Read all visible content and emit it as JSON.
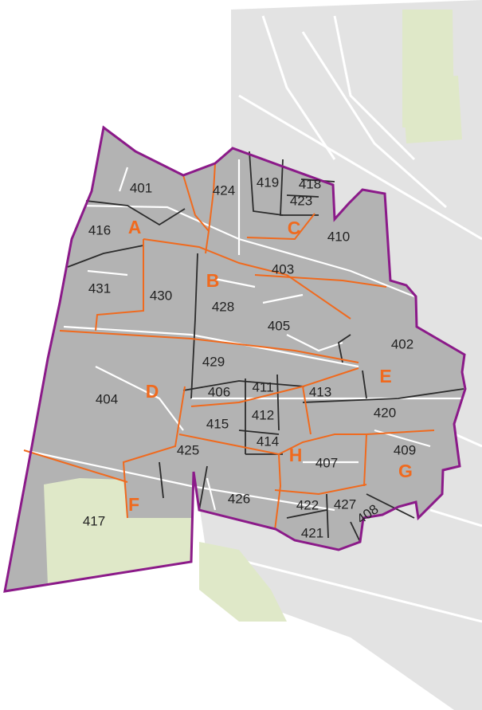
{
  "colors": {
    "background": "#ffffff",
    "surrounding_area": "#e3e3e3",
    "streets": "#ffffff",
    "district_fill": "#b3b3b3",
    "green_space": "#dfe8c8",
    "outer_boundary": "#8b1a89",
    "zone_boundary": "#f06a1e",
    "block_boundary": "#2b2b2b",
    "zone_label": "#f06a1e",
    "block_label": "#222222"
  },
  "zones": [
    "A",
    "B",
    "C",
    "D",
    "E",
    "F",
    "G",
    "H"
  ],
  "blocks": [
    "401",
    "424",
    "419",
    "418",
    "423",
    "416",
    "410",
    "403",
    "431",
    "430",
    "428",
    "405",
    "402",
    "429",
    "406",
    "411",
    "413",
    "404",
    "420",
    "412",
    "415",
    "414",
    "425",
    "409",
    "407",
    "426",
    "422",
    "427",
    "408",
    "421",
    "417"
  ]
}
